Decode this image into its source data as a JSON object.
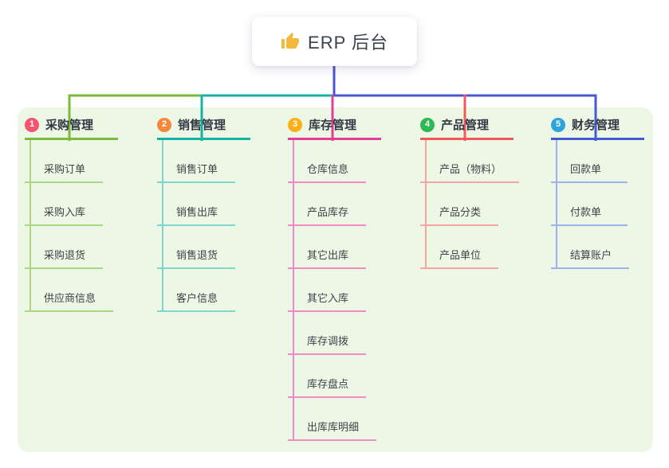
{
  "root": {
    "title": "ERP 后台",
    "icon": "thumbs-up-icon",
    "icon_color": "#f5b939",
    "stem_color": "#4758d3"
  },
  "canvas": {
    "background": "#edf7e6"
  },
  "branches": [
    {
      "badge": "1",
      "badge_color": "#f2566e",
      "label": "采购管理",
      "line_color": "#7cb93d",
      "child_line_color": "#abd77f",
      "children": [
        "采购订单",
        "采购入库",
        "采购退货",
        "供应商信息"
      ]
    },
    {
      "badge": "2",
      "badge_color": "#f6873b",
      "label": "销售管理",
      "line_color": "#14b3a4",
      "child_line_color": "#7fd5cb",
      "children": [
        "销售订单",
        "销售出库",
        "销售退货",
        "客户信息"
      ]
    },
    {
      "badge": "3",
      "badge_color": "#fbb017",
      "label": "库存管理",
      "line_color": "#e23e98",
      "child_line_color": "#f28ac2",
      "children": [
        "仓库信息",
        "产品库存",
        "其它出库",
        "其它入库",
        "库存调拨",
        "库存盘点",
        "出库库明细"
      ]
    },
    {
      "badge": "4",
      "badge_color": "#2eb854",
      "label": "产品管理",
      "line_color": "#f5585c",
      "child_line_color": "#f9a2a4",
      "children": [
        "产品（物料）",
        "产品分类",
        "产品单位"
      ]
    },
    {
      "badge": "5",
      "badge_color": "#2fa4dc",
      "label": "财务管理",
      "line_color": "#4758d3",
      "child_line_color": "#9fb2ec",
      "children": [
        "回款单",
        "付款单",
        "结算账户"
      ]
    }
  ]
}
